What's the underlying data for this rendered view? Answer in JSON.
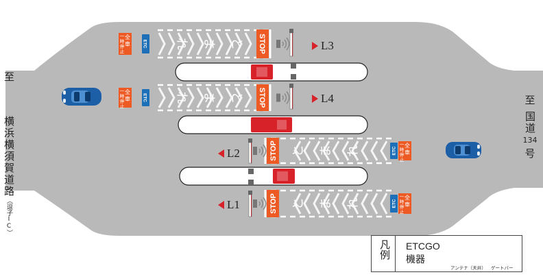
{
  "destinations": {
    "left_prefix": "至",
    "left_name": "横浜横須賀道路",
    "left_sub": "（逗子IC）",
    "right_prefix": "至",
    "right_name": "国道",
    "right_number": "134",
    "right_suffix": "号"
  },
  "lanes": [
    {
      "id": "L3",
      "label": "L3",
      "direction": "right"
    },
    {
      "id": "L4",
      "label": "L4",
      "direction": "right"
    },
    {
      "id": "L2",
      "label": "L2",
      "direction": "left"
    },
    {
      "id": "L1",
      "label": "L1",
      "direction": "left"
    }
  ],
  "road_markings": {
    "stop": "STOP",
    "lane_text_chars": [
      "と",
      "ま",
      "れ"
    ],
    "etc_sign": "ETC",
    "sign_chars": [
      "全",
      "車",
      "一",
      "時",
      "停",
      "止"
    ]
  },
  "legend": {
    "title": "凡例",
    "title_chars": [
      "凡",
      "例"
    ],
    "etcgo": "ETCGO",
    "kiki": "機器",
    "antenna_caption": "アンテナ（天井）",
    "gatebar_caption": "ゲートバー"
  },
  "colors": {
    "road": "#b9b9b9",
    "island": "#ffffff",
    "sign_orange": "#ee5a24",
    "booth_red": "#d8222a",
    "etc_blue": "#1d6fb8",
    "car_blue": "#1d5fa6",
    "antenna": "#777777"
  }
}
